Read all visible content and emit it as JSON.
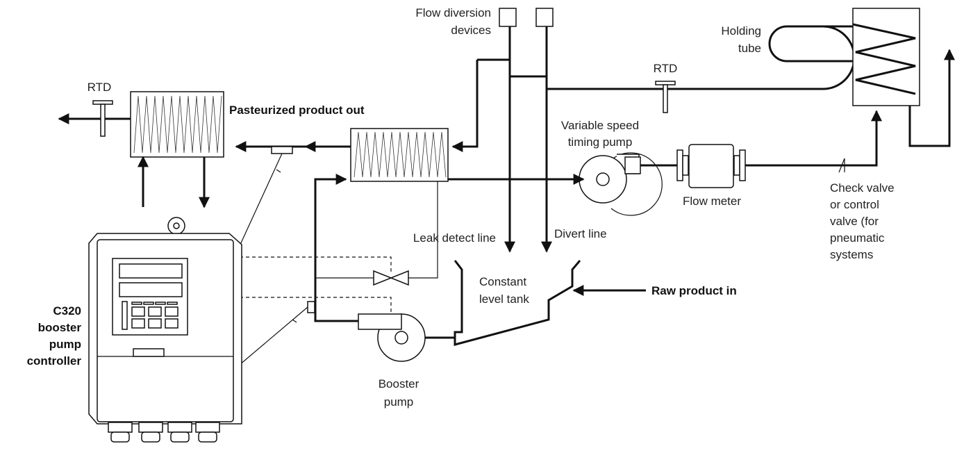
{
  "labels": {
    "flow_diversion_line1": "Flow diversion",
    "flow_diversion_line2": "devices",
    "holding_tube_line1": "Holding",
    "holding_tube_line2": "tube",
    "rtd_left": "RTD",
    "rtd_right": "RTD",
    "pasteurized_out": "Pasteurized product out",
    "timing_pump_line1": "Variable speed",
    "timing_pump_line2": "timing pump",
    "flow_meter": "Flow meter",
    "check_valve_line1": "Check valve",
    "check_valve_line2": "or control",
    "check_valve_line3": "valve (for",
    "check_valve_line4": "pneumatic",
    "check_valve_line5": "systems",
    "leak_detect": "Leak detect line",
    "divert_line": "Divert line",
    "constant_tank_line1": "Constant",
    "constant_tank_line2": "level tank",
    "raw_in": "Raw product in",
    "booster_line1": "Booster",
    "booster_line2": "pump",
    "controller_line1": "C320",
    "controller_line2": "booster",
    "controller_line3": "pump",
    "controller_line4": "controller"
  },
  "colors": {
    "stroke": "#111111",
    "background": "#ffffff",
    "device_fill": "#ffffff"
  }
}
